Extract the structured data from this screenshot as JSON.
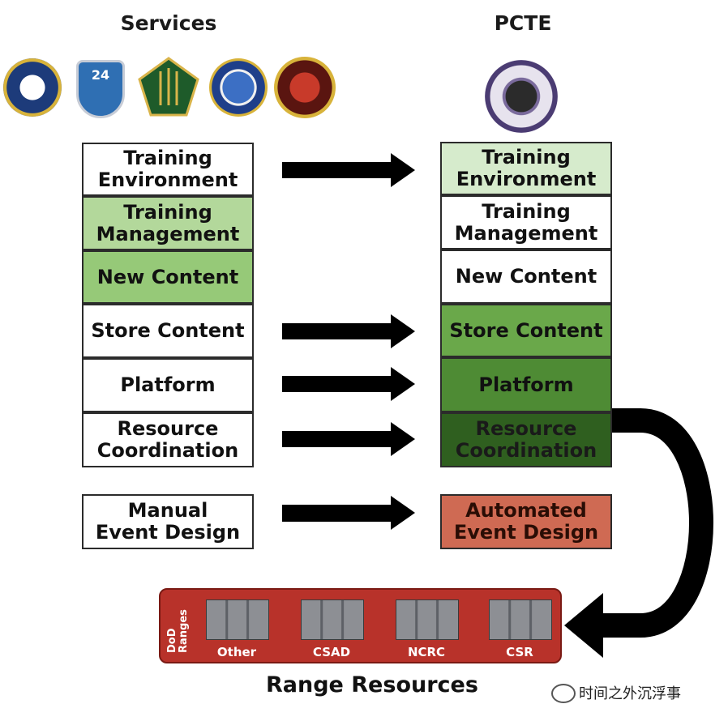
{
  "headers": {
    "left": "Services",
    "right": "PCTE"
  },
  "left_boxes": [
    {
      "label": "Training\nEnvironment"
    },
    {
      "label": "Training\nManagement"
    },
    {
      "label": "New Content"
    },
    {
      "label": "Store Content"
    },
    {
      "label": "Platform"
    },
    {
      "label": "Resource\nCoordination"
    },
    {
      "label": "Manual\nEvent Design"
    }
  ],
  "right_boxes": [
    {
      "label": "Training\nEnvironment"
    },
    {
      "label": "Training\nManagement"
    },
    {
      "label": "New Content"
    },
    {
      "label": "Store Content"
    },
    {
      "label": "Platform"
    },
    {
      "label": "Resource\nCoordination"
    },
    {
      "label": "Automated\nEvent Design"
    }
  ],
  "range": {
    "side_label": "DoD\nRanges",
    "servers": [
      "Other",
      "CSAD",
      "NCRC",
      "CSR"
    ],
    "footer": "Range Resources"
  },
  "seals": {
    "left": [
      "navy-seal-icon",
      "24th-air-force-seal-icon",
      "army-cyber-seal-icon",
      "coast-guard-seal-icon",
      "marine-corps-seal-icon"
    ],
    "right": [
      "pcte-seal-icon"
    ],
    "seal_24_text": "24"
  },
  "watermark": "时间之外沉浮事",
  "colors": {
    "light_green": "#d6ebcc",
    "mid_green": "#96c978",
    "dark_green": "#2f5f1f",
    "range_red": "#b8322a",
    "automated_red": "#cf6a53"
  }
}
